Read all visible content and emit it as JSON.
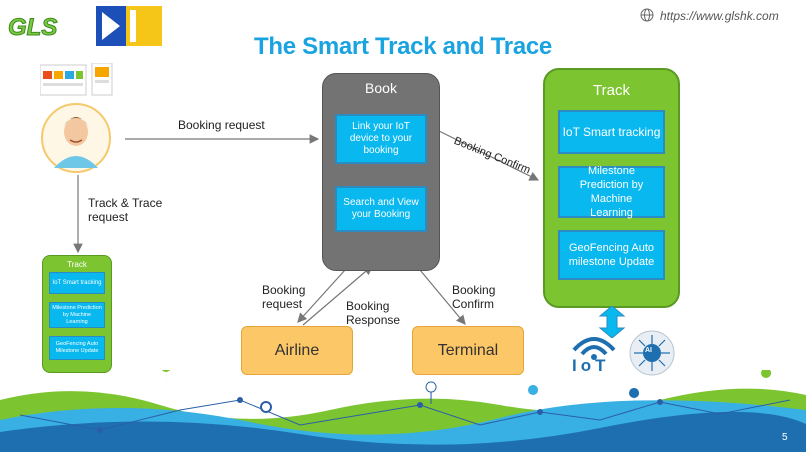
{
  "header": {
    "title": "The Smart Track and Trace",
    "url": "https://www.glshk.com",
    "logo_text": "GLS"
  },
  "arrows": {
    "booking_request": "Booking request",
    "booking_confirm_diag": "Booking Confirm",
    "track_trace": [
      "Track & Trace",
      "request"
    ],
    "booking_request_down": [
      "Booking",
      "request"
    ],
    "booking_response": [
      "Booking",
      "Response"
    ],
    "booking_confirm_down": [
      "Booking",
      "Confirm"
    ]
  },
  "book": {
    "title": "Book",
    "items": [
      "Link your IoT device to your booking",
      "Search and View your Booking"
    ]
  },
  "track": {
    "title": "Track",
    "items": [
      "IoT Smart tracking",
      "Milestone Prediction by Machine Learning",
      "GeoFencing Auto milestone Update"
    ]
  },
  "mini_track": {
    "title": "Track",
    "items": [
      "IoT Smart tracking",
      "Milestone Prediction by Machine Learning",
      "GeoFencing Auto Milestone Update"
    ]
  },
  "endpoints": {
    "airline": "Airline",
    "terminal": "Terminal"
  },
  "iot": {
    "label": "IoT",
    "ai_label": "AI"
  },
  "footer": {
    "page_number": "5"
  },
  "colors": {
    "title": "#19a3e0",
    "book_bg": "#737373",
    "blue_box": "#08b8ef",
    "track_bg": "#7cc531",
    "orange_box": "#fcc766"
  }
}
